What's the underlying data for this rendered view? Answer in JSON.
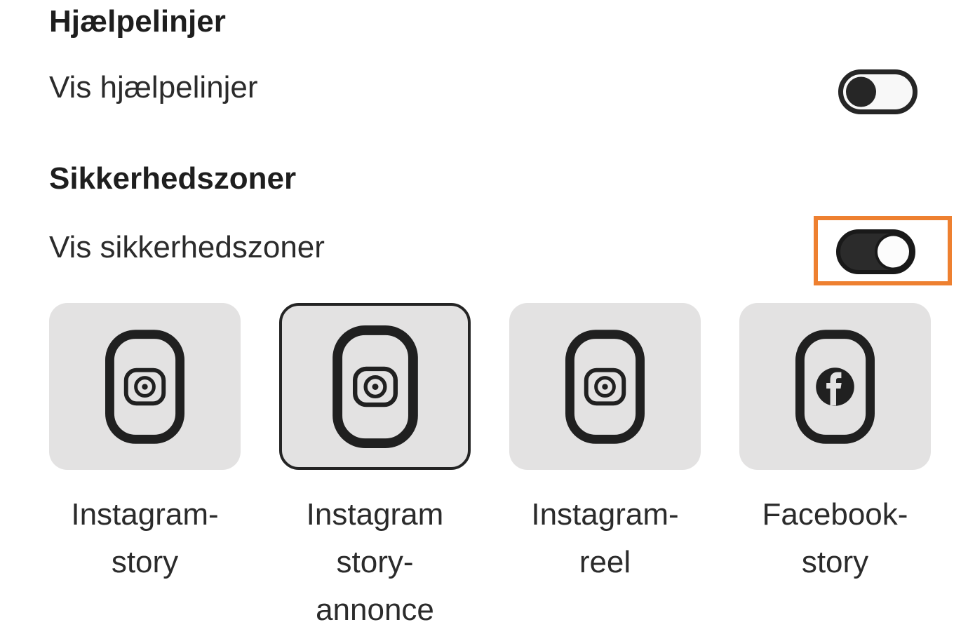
{
  "colors": {
    "highlight_accent": "#EE8030",
    "card_background": "#E3E2E2",
    "toggle_dark": "#262626",
    "text": "#2B2B2B"
  },
  "sections": [
    {
      "title": "Hjælpelinjer",
      "toggle": {
        "label": "Vis hjælpelinjer",
        "state": "off"
      }
    },
    {
      "title": "Sikkerhedszoner",
      "toggle": {
        "label": "Vis sikkerhedszoner",
        "state": "on",
        "highlighted": true
      },
      "formats": [
        {
          "label": "Instagram-story",
          "lines": [
            "Instagram-",
            "story"
          ],
          "icon": "instagram-story-icon",
          "selected": false
        },
        {
          "label": "Instagram story-annonce",
          "lines": [
            "Instagram",
            "story-",
            "annonce"
          ],
          "icon": "instagram-story-icon",
          "selected": true
        },
        {
          "label": "Instagram-reel",
          "lines": [
            "Instagram-",
            "reel"
          ],
          "icon": "instagram-reel-icon",
          "selected": false
        },
        {
          "label": "Facebook-story",
          "lines": [
            "Facebook-",
            "story"
          ],
          "icon": "facebook-story-icon",
          "selected": false
        }
      ]
    }
  ]
}
